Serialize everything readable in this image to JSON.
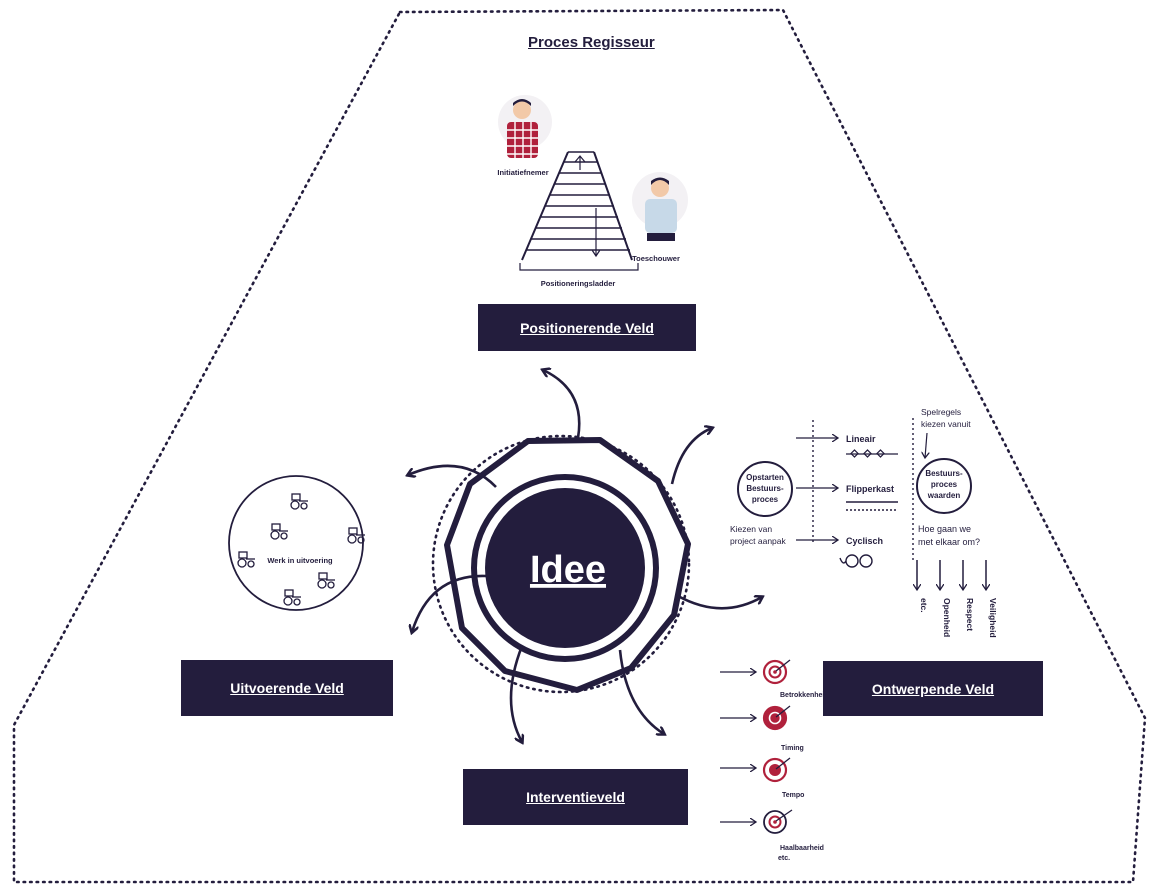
{
  "title": "Proces Regisseur",
  "center": {
    "label": "Idee"
  },
  "fields": {
    "positionerend": "Positionerende Veld",
    "uitvoerend": "Uitvoerende Veld",
    "ontwerpend": "Ontwerpende Veld",
    "interventie": "Interventieveld"
  },
  "positioning": {
    "person_left": "Initiatiefnemer",
    "person_right": "Toeschouwer",
    "ladder": "Positioneringsladder"
  },
  "execution": {
    "circle_label": "Werk in uitvoering"
  },
  "design": {
    "start_circle": [
      "Opstarten",
      "Bestuurs-",
      "proces"
    ],
    "choose_approach": [
      "Kiezen van",
      "project aanpak"
    ],
    "lineair": "Lineair",
    "flipperkast": "Flipperkast",
    "cyclisch": "Cyclisch",
    "spelregels": [
      "Spelregels",
      "kiezen vanuit"
    ],
    "values_circle": [
      "Bestuurs-",
      "proces",
      "waarden"
    ],
    "question": [
      "Hoe gaan we",
      "met elkaar om?"
    ],
    "values": [
      "etc.",
      "Openheid",
      "Respect",
      "Veiligheid"
    ]
  },
  "interventions": [
    "Betrokkenheid",
    "Timing",
    "Tempo",
    "Haalbaarheid",
    "etc."
  ],
  "colors": {
    "navy": "#231d3d",
    "target_red": "#b0213c",
    "skin": "#f2c9a8"
  }
}
